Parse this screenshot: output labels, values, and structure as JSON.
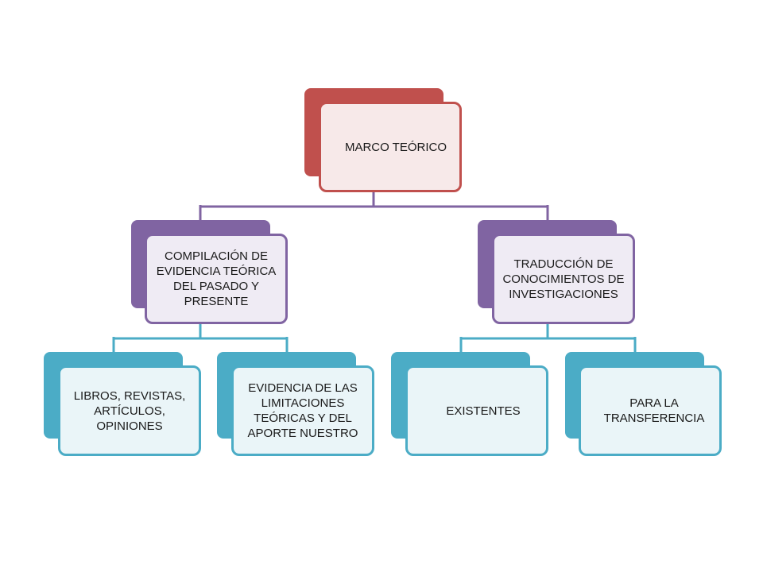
{
  "colors": {
    "root_back": "#c0504d",
    "root_border": "#c0504d",
    "root_fill": "#f7e9e9",
    "level2_back": "#8064a2",
    "level2_border": "#8064a2",
    "level2_fill": "#efebf4",
    "level3_back": "#4bacc6",
    "level3_border": "#4bacc6",
    "level3_fill": "#eaf5f8"
  },
  "diagram": {
    "root": {
      "label": "MARCO TEÓRICO"
    },
    "left_branch": {
      "label": "COMPILACIÓN DE EVIDENCIA TEÓRICA DEL PASADO Y PRESENTE",
      "children": [
        {
          "label": "LIBROS, REVISTAS, ARTÍCULOS, OPINIONES"
        },
        {
          "label": "EVIDENCIA DE LAS LIMITACIONES TEÓRICAS Y DEL APORTE NUESTRO"
        }
      ]
    },
    "right_branch": {
      "label": "TRADUCCIÓN DE CONOCIMIENTOS DE INVESTIGACIONES",
      "children": [
        {
          "label": "EXISTENTES"
        },
        {
          "label": "PARA LA TRANSFERENCIA"
        }
      ]
    }
  }
}
